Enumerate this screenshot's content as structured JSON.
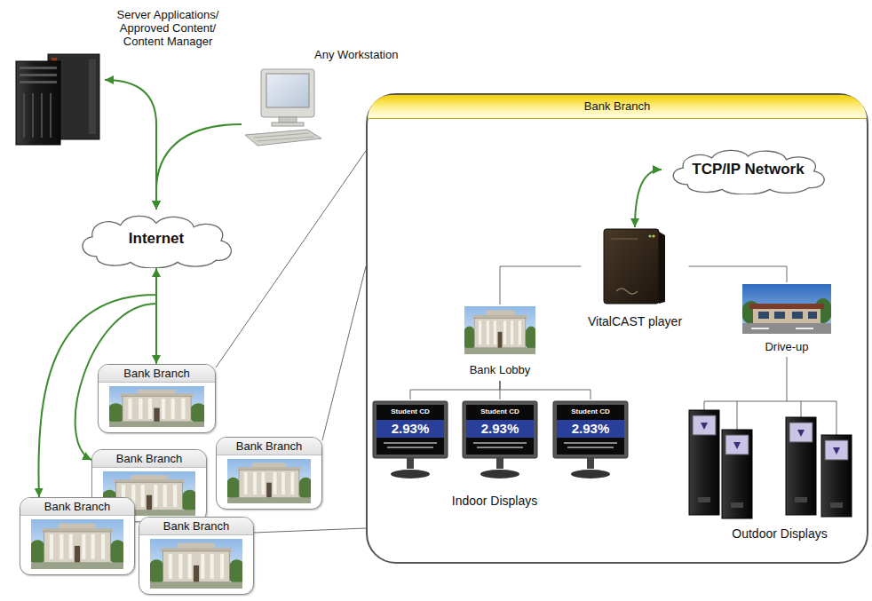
{
  "diagram": {
    "nodes": [
      {
        "text": [
          "Server Applications/ Approved Content/ Content Manager"
        ]
      },
      {
        "text": [
          "Any Workstation"
        ]
      },
      {
        "text": [
          "Internet"
        ]
      },
      {
        "text": [
          "Bank Branch"
        ]
      },
      {
        "text": [
          "Bank Branch"
        ]
      },
      {
        "text": [
          "Bank Branch"
        ]
      },
      {
        "text": [
          "Bank Branch"
        ]
      },
      {
        "text": [
          "Bank Branch"
        ]
      },
      {
        "text": [
          "Bank Branch"
        ]
      },
      {
        "text": [
          "TCP/IP Network"
        ],
        "in": 8
      },
      {
        "text": [
          "VitalCAST player"
        ],
        "in": 8
      },
      {
        "text": [
          "Bank Lobby"
        ],
        "in": 8
      },
      {
        "text": [
          "Drive-up"
        ],
        "in": 8
      },
      {
        "text": [
          "Student CD",
          "2.93%"
        ],
        "in": 8
      },
      {
        "text": [
          "Student CD",
          "2.93%"
        ],
        "in": 8
      },
      {
        "text": [
          "Student CD",
          "2.93%"
        ],
        "in": 8
      }
    ],
    "edges": [
      {
        "from": 0,
        "to": 2,
        "arrow": "both"
      },
      {
        "from": 1,
        "to": 2,
        "arrow": "to"
      },
      {
        "from": 2,
        "to": 3,
        "arrow": "both"
      },
      {
        "from": 2,
        "to": 5,
        "arrow": "to"
      },
      {
        "from": 2,
        "to": 6,
        "arrow": "to"
      },
      {
        "from": 3,
        "to": 8,
        "arrow": "none"
      },
      {
        "from": 4,
        "to": 8,
        "arrow": "none"
      },
      {
        "from": 7,
        "to": 8,
        "arrow": "none"
      },
      {
        "from": 9,
        "to": 10,
        "arrow": "both"
      },
      {
        "from": 10,
        "to": 11,
        "arrow": "none"
      },
      {
        "from": 10,
        "to": 12,
        "arrow": "none"
      },
      {
        "from": 11,
        "to": 13,
        "arrow": "none"
      },
      {
        "from": 11,
        "to": 14,
        "arrow": "none"
      },
      {
        "from": 11,
        "to": 15,
        "arrow": "none"
      }
    ],
    "labels": [
      "Indoor Displays",
      "Outdoor Displays"
    ]
  }
}
